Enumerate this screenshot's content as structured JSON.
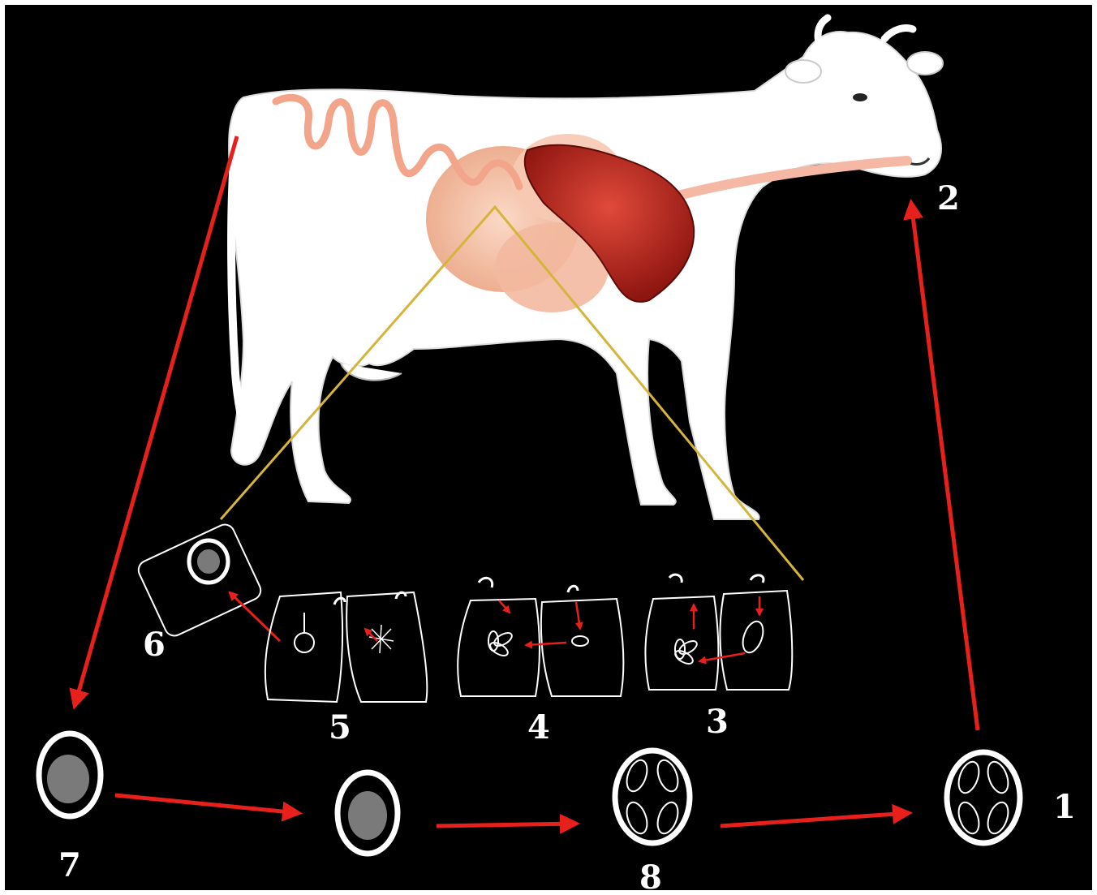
{
  "diagram": {
    "labels": {
      "stage_1": "1",
      "stage_2": "2",
      "stage_3": "3",
      "stage_4": "4",
      "stage_5": "5",
      "stage_6": "6",
      "stage_7": "7",
      "stage_8": "8"
    },
    "colors": {
      "background": "#000000",
      "arrow": "#e8201c",
      "callout_line": "#d4b43a",
      "cow_body": "#ffffff",
      "liver": "#c8281e",
      "intestine": "#f2a58a",
      "stomach": "#f7c6ad",
      "oocyst_fill": "#7a7a7a"
    },
    "icons": [
      "cow-illustration",
      "oocyst-unsporulated-icon",
      "oocyst-sporulated-icon",
      "epithelial-cell-icon"
    ]
  }
}
